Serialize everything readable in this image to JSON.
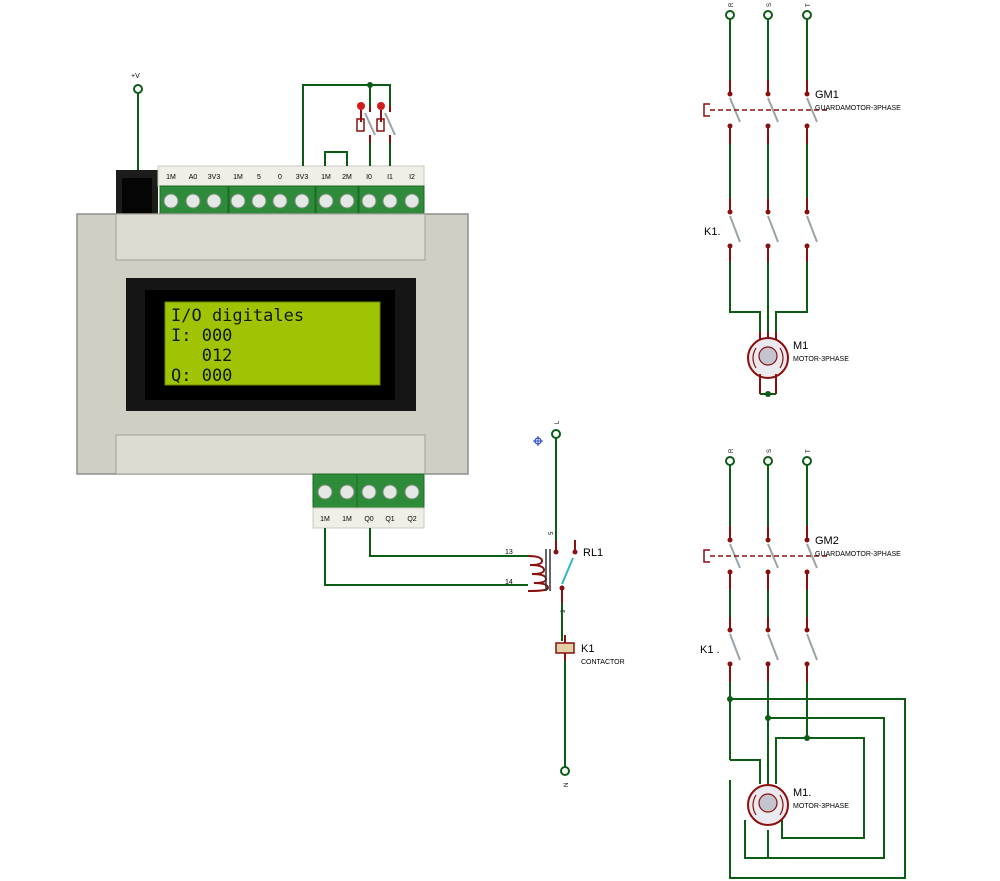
{
  "plc": {
    "top_terminals": [
      "1M",
      "A0",
      "3V3",
      "1M",
      "5",
      "0",
      "3V3",
      "1M",
      "2M",
      "I0",
      "I1",
      "I2"
    ],
    "bottom_terminals": [
      "1M",
      "1M",
      "Q0",
      "Q1",
      "Q2"
    ],
    "lcd_lines": [
      "I/O digitales",
      "I: 000",
      "   012",
      "Q: 000"
    ]
  },
  "supply": {
    "label": "+V"
  },
  "relay": {
    "name": "RL1",
    "coil_pins": [
      "13",
      "14"
    ],
    "contact_pins": [
      "5",
      "9"
    ],
    "line_label": "L",
    "neutral_label": "N"
  },
  "contactor_coil": {
    "name": "K1",
    "type": "CONTACTOR"
  },
  "circuit1": {
    "phases": [
      "R",
      "S",
      "T"
    ],
    "breaker": {
      "name": "GM1",
      "type": "GUARDAMOTOR-3PHASE"
    },
    "contactor": "K1.",
    "motor": {
      "name": "M1",
      "type": "MOTOR-3PHASE"
    }
  },
  "circuit2": {
    "phases": [
      "R",
      "S",
      "T"
    ],
    "breaker": {
      "name": "GM2",
      "type": "GUARDAMOTOR-3PHASE"
    },
    "contactor": "K1 .",
    "motor": {
      "name": "M1.",
      "type": "MOTOR-3PHASE"
    }
  }
}
